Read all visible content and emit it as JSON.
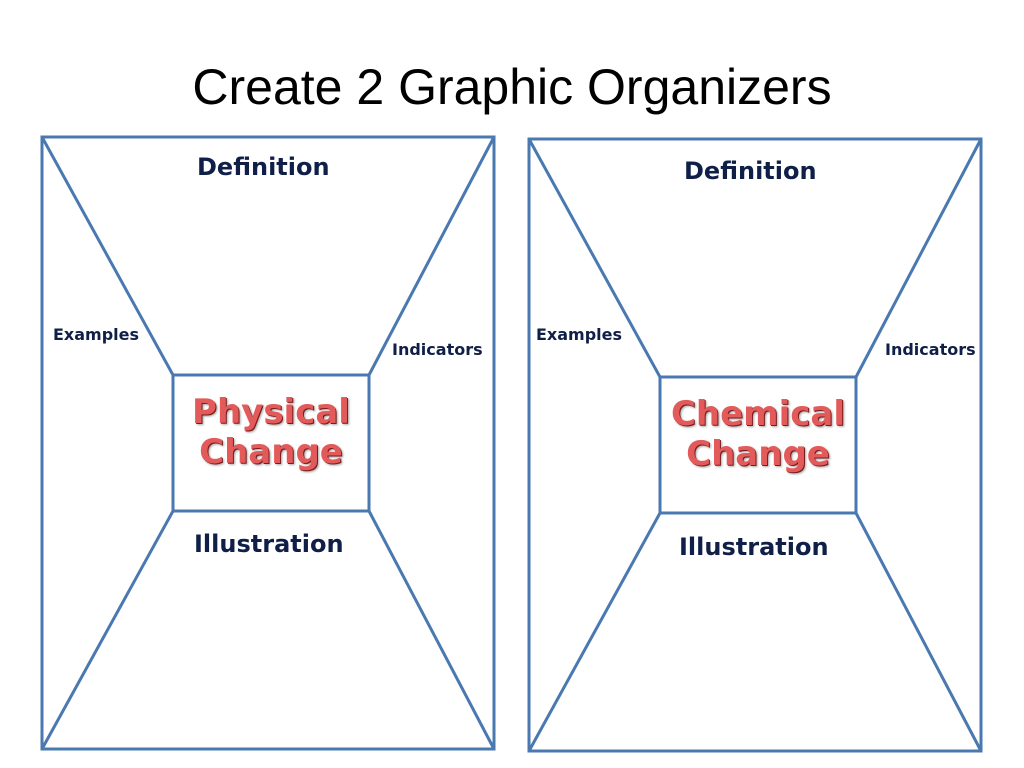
{
  "title": "Create 2 Graphic Organizers",
  "colors": {
    "frame_stroke": "#4a78b0",
    "label_text": "#0f1f47",
    "center_text": "#e35a5a"
  },
  "organizers": [
    {
      "definition": "Definition",
      "examples": "Examples",
      "indicators": "Indicators",
      "illustration": "Illustration",
      "center_line1": "Physical",
      "center_line2": "Change"
    },
    {
      "definition": "Definition",
      "examples": "Examples",
      "indicators": "Indicators",
      "illustration": "Illustration",
      "center_line1": "Chemical",
      "center_line2": "Change"
    }
  ]
}
